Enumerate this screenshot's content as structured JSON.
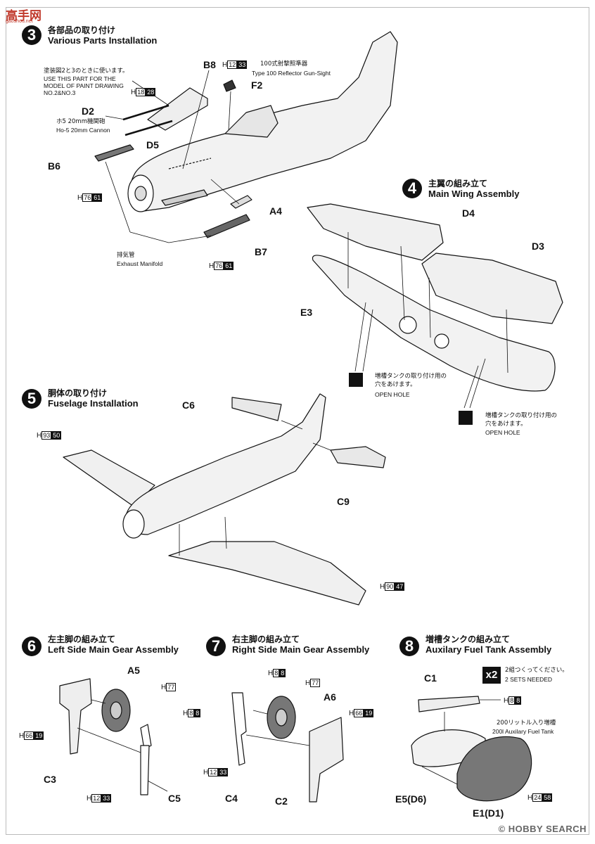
{
  "header": {
    "logo_text": "高手网",
    "logo_sub": "gaoshou.net"
  },
  "watermark": "© HOBBY SEARCH",
  "steps": {
    "s3": {
      "num": "3",
      "jp": "各部品の取り付け",
      "en": "Various Parts Installation",
      "note_jp": "塗装図2と3のときに使います。",
      "note_en1": "USE THIS PART FOR THE",
      "note_en2": "MODEL OF PAINT DRAWING",
      "note_en3": "NO.2&NO.3",
      "cannon_jp": "ホ5 20mm機関砲",
      "cannon_en": "Ho-5 20mm Cannon",
      "sight_jp": "100式射撃照準器",
      "sight_en": "Type 100 Reflector Gun-Sight",
      "exhaust_jp": "排気管",
      "exhaust_en": "Exhaust Manifold",
      "parts": {
        "b8": "B8",
        "f2": "F2",
        "d2": "D2",
        "d5": "D5",
        "b6": "B6",
        "a4": "A4",
        "b7": "B7"
      },
      "paints": {
        "h12": {
          "h": "H",
          "a": "12",
          "b": "33"
        },
        "h18": {
          "h": "H",
          "a": "18",
          "b": "28"
        },
        "h76a": {
          "h": "H",
          "a": "76",
          "b": "61"
        },
        "h76b": {
          "h": "H",
          "a": "76",
          "b": "61"
        }
      }
    },
    "s4": {
      "num": "4",
      "jp": "主翼の組み立て",
      "en": "Main Wing Assembly",
      "parts": {
        "d4": "D4",
        "d3": "D3",
        "e3": "E3"
      },
      "hole_jp1": "増槽タンクの取り付け用の",
      "hole_jp2": "穴をあけます。",
      "hole_en": "OPEN HOLE"
    },
    "s5": {
      "num": "5",
      "jp": "胴体の取り付け",
      "en": "Fuselage Installation",
      "parts": {
        "c6": "C6",
        "c9": "C9"
      },
      "paints": {
        "h93": {
          "h": "H",
          "a": "93",
          "b": "50"
        },
        "h90": {
          "h": "H",
          "a": "90",
          "b": "47"
        }
      }
    },
    "s6": {
      "num": "6",
      "jp": "左主脚の組み立て",
      "en": "Left Side Main Gear Assembly",
      "parts": {
        "a5": "A5",
        "c3": "C3",
        "c5": "C5"
      },
      "paints": {
        "h77": {
          "h": "H",
          "a": "77"
        },
        "h8": {
          "h": "H",
          "a": "8",
          "b": "8"
        },
        "h66": {
          "h": "H",
          "a": "66",
          "b": "19"
        },
        "h12": {
          "h": "H",
          "a": "12",
          "b": "33"
        }
      }
    },
    "s7": {
      "num": "7",
      "jp": "右主脚の組み立て",
      "en": "Right Side Main Gear Assembly",
      "parts": {
        "a6": "A6",
        "c4": "C4",
        "c2": "C2"
      },
      "paints": {
        "h8": {
          "h": "H",
          "a": "8",
          "b": "8"
        },
        "h77": {
          "h": "H",
          "a": "77"
        },
        "h66": {
          "h": "H",
          "a": "66",
          "b": "19"
        },
        "h12": {
          "h": "H",
          "a": "12",
          "b": "33"
        }
      }
    },
    "s8": {
      "num": "8",
      "jp": "増槽タンクの組み立て",
      "en": "Auxilary Fuel Tank Assembly",
      "x2": "x2",
      "sets_jp": "2組つくってください。",
      "sets_en": "2 SETS NEEDED",
      "tank_jp": "200リットル入り増槽",
      "tank_en": "200l Auxilary Fuel Tank",
      "parts": {
        "c1": "C1",
        "e5": "E5(D6)",
        "e1": "E1(D1)"
      },
      "paints": {
        "h8": {
          "h": "H",
          "a": "8",
          "b": "8"
        },
        "h24": {
          "h": "H",
          "a": "24",
          "b": "58"
        }
      }
    }
  }
}
